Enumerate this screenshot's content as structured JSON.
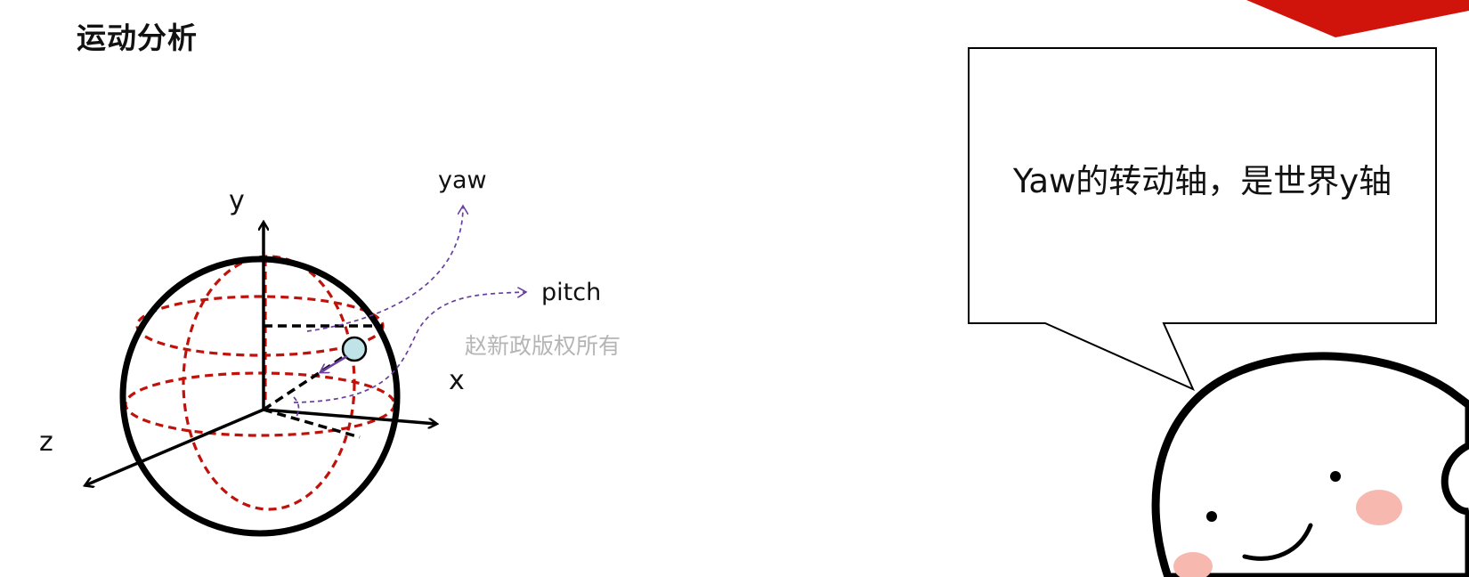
{
  "slide": {
    "title": "运动分析",
    "watermark": "赵新政版权所有"
  },
  "diagram": {
    "labels": {
      "y_axis": "y",
      "x_axis": "x",
      "z_axis": "z",
      "yaw": "yaw",
      "pitch": "pitch"
    },
    "colors": {
      "sphere_outline": "#000000",
      "grid_lines": "#c0120b",
      "rotation_arrows": "#6a3fa0",
      "point_fill": "#bfe3e6"
    }
  },
  "speech_bubble": {
    "text": "Yaw的转动轴，是世界y轴"
  },
  "colors": {
    "banner": "#d0140b",
    "cheek": "#f7b8b0"
  }
}
